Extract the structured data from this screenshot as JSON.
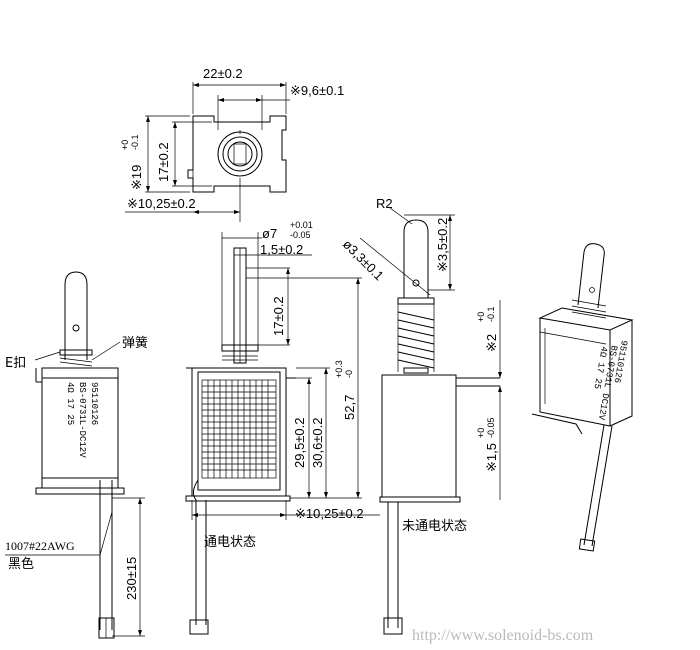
{
  "top_view": {
    "width": "22±0.2",
    "offset": "※9,6±0.1",
    "height_outer_main": "※19",
    "height_outer_tol_top": "+0",
    "height_outer_tol_bot": "-0.1",
    "height_inner": "17±0.2",
    "depth": "※10,25±0.2"
  },
  "front_view": {
    "plunger_dia_main": "ø7",
    "plunger_dia_tol_top": "+0.01",
    "plunger_dia_tol_bot": "-0.05",
    "flange": "1,5±0.2",
    "stroke": "17±0.2",
    "total_main": "52,7",
    "total_tol_top": "+0.3",
    "total_tol_bot": "-0",
    "body_height": "29,5±0.2",
    "frame_height": "30,6±0.2",
    "width": "※10,25±0.2",
    "state_label": "通电状态"
  },
  "side_view": {
    "radius": "R2",
    "hole": "ø3,3±0.1",
    "tip": "※3,5±0.2",
    "tab_top_main": "※2",
    "tab_top_tol_top": "+0",
    "tab_top_tol_bot": "-0.1",
    "tab_bot_main": "※1,5",
    "tab_bot_tol_top": "+0",
    "tab_bot_tol_bot": "-0.05",
    "state_label": "未通电状态"
  },
  "left_view": {
    "e_clip": "E扣",
    "spring": "弹簧",
    "marking": [
      "95110126",
      "BS-0731L-DC12V",
      "4Ω 17 25"
    ],
    "wire_spec": "1007#22AWG",
    "wire_color": "黑色",
    "lead_length": "230±15"
  },
  "iso_view": {
    "marking": [
      "95110126",
      "BS-0731L DC12V",
      "4Ω 17 25"
    ]
  },
  "watermark": "http://www.solenoid-bs.com"
}
